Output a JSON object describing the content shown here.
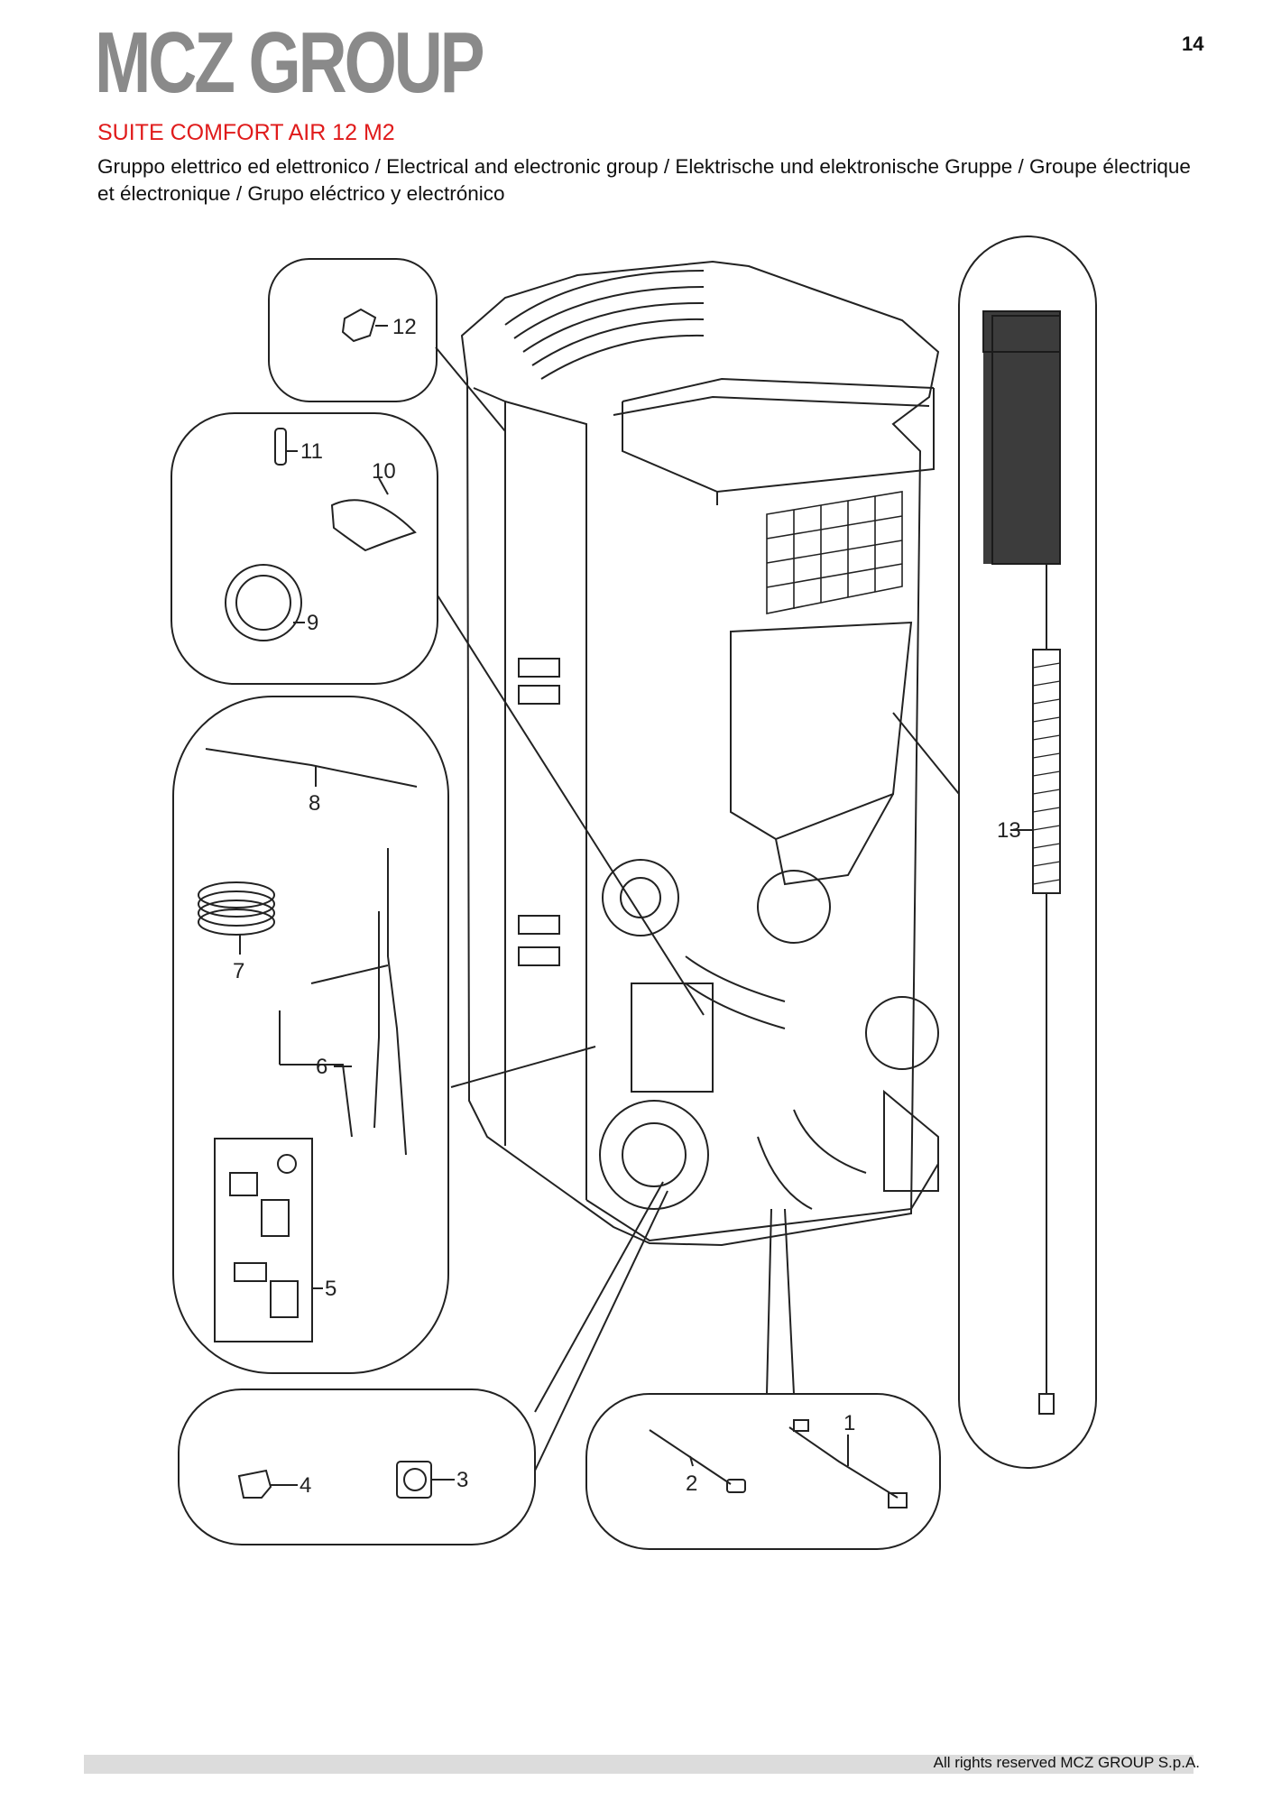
{
  "header": {
    "brand": "MCZ GROUP",
    "page_number": "14",
    "model": "SUITE COMFORT AIR 12 M2",
    "subtitle": "Gruppo elettrico ed elettronico / Electrical and electronic group / Elektrische und elektronische Gruppe / Groupe électrique et électronique / Grupo eléctrico y electrónico"
  },
  "callouts": [
    "1",
    "2",
    "3",
    "4",
    "5",
    "6",
    "7",
    "8",
    "9",
    "10",
    "11",
    "12",
    "13"
  ],
  "footer": {
    "copyright": "All rights reserved MCZ GROUP S.p.A."
  },
  "colors": {
    "brand_grey": "#8a8a8a",
    "model_red": "#e01b1b",
    "line": "#222222"
  }
}
